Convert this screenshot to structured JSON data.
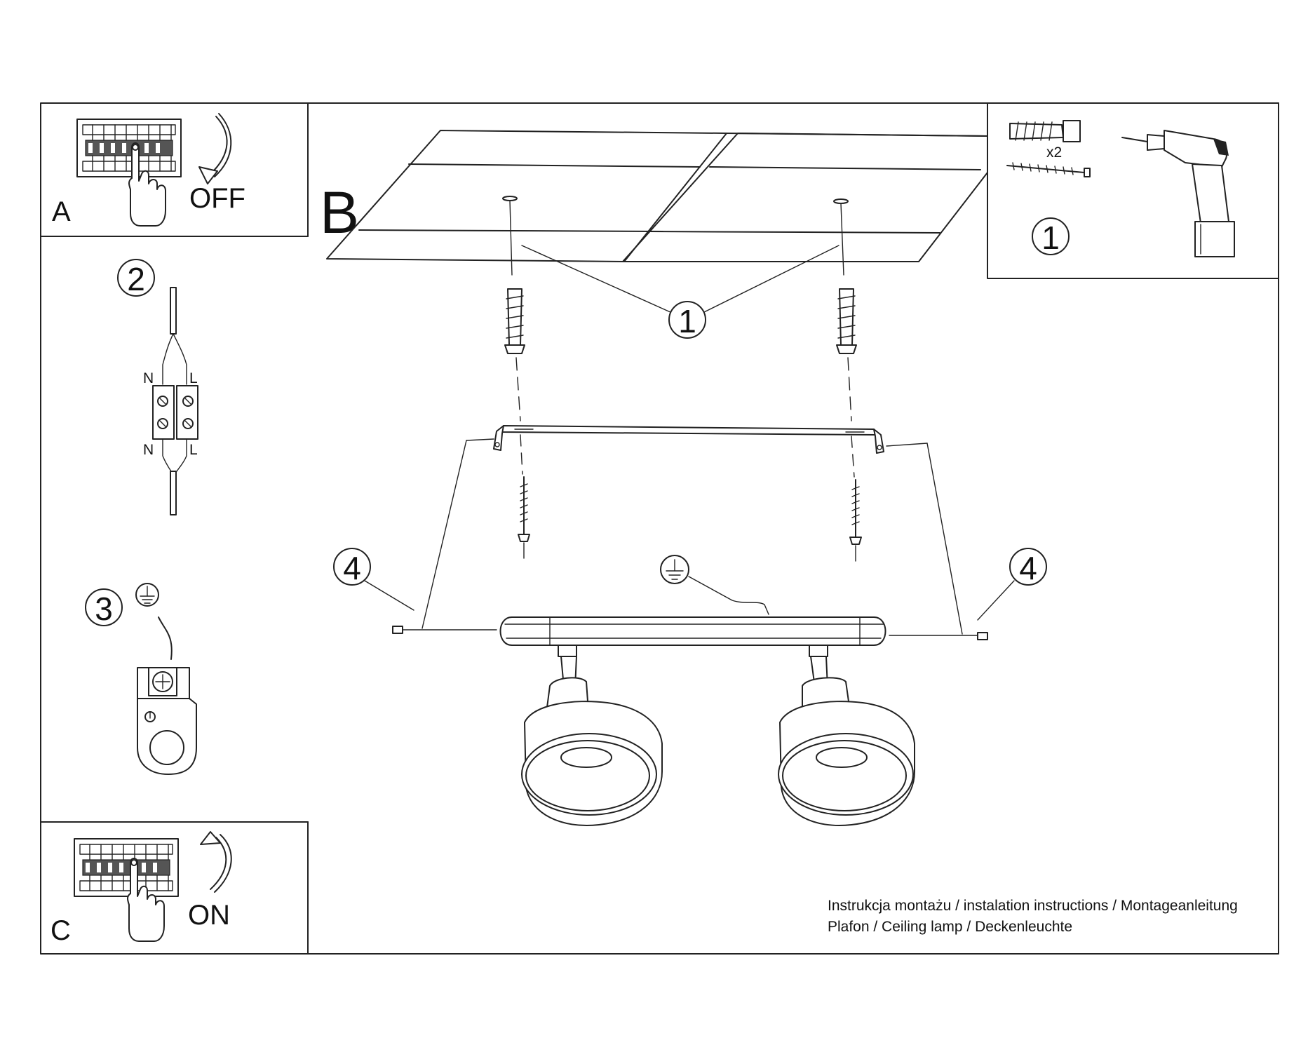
{
  "panels": {
    "a": {
      "letter": "A",
      "action": "OFF"
    },
    "b": {
      "letter": "B"
    },
    "c": {
      "letter": "C",
      "action": "ON"
    }
  },
  "steps": {
    "callout_1": "1",
    "step_2": "2",
    "step_3": "3",
    "callout_4": "4",
    "tools_step": "1",
    "anchor_multiplier": "x2"
  },
  "wiring": {
    "neutral": "N",
    "live": "L"
  },
  "footer": {
    "line1": "Instrukcja montażu / instalation instructions / Montageanleitung",
    "line2": "Plafon / Ceiling lamp / Deckenleuchte"
  },
  "icons": [
    "power-switch-panel-icon",
    "hand-icon",
    "rotate-arrow-icon",
    "ground-symbol-icon",
    "wall-anchor-icon",
    "screw-icon",
    "drill-icon",
    "terminal-block-icon"
  ]
}
